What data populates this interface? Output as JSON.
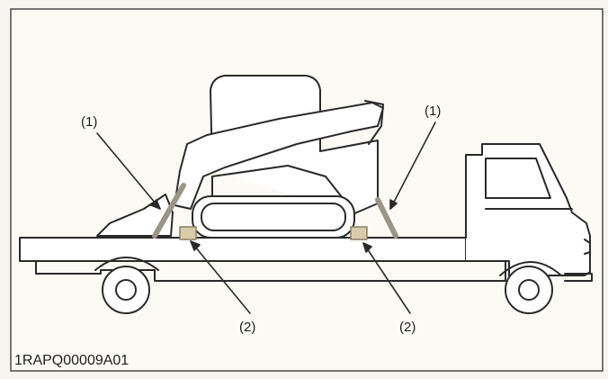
{
  "figure": {
    "callouts": {
      "tie_down_label": "(1)",
      "block_label": "(2)"
    },
    "figure_code": "1RAPQ00009A01"
  },
  "colors": {
    "background": "#f6f5ef",
    "paper": "#fbfaf5",
    "line": "#2a2a2a",
    "block": "#d8ccaa",
    "track": "#ffffff"
  }
}
